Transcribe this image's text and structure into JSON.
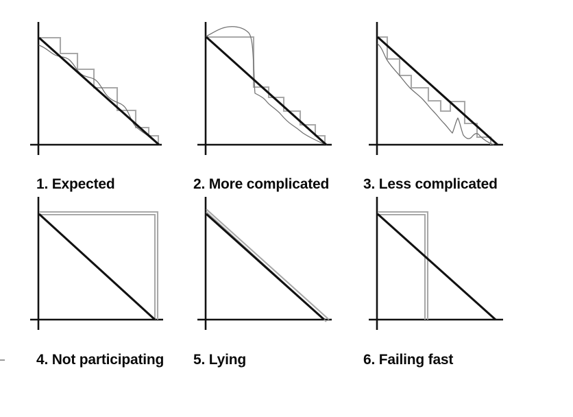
{
  "figure": {
    "title_visible": false,
    "background_color": "#ffffff",
    "layout": {
      "rows": 2,
      "columns": 3
    },
    "colors": {
      "ideal_line": "#111111",
      "axis": "#111111",
      "step_line": "#a8a8a8",
      "smooth_line": "#6f6f6f",
      "caption_text": "#0a0a0a"
    }
  },
  "chart_data": [
    {
      "type": "line",
      "title": "1. Expected",
      "xlabel": "",
      "ylabel": "",
      "xlim": [
        0,
        100
      ],
      "ylim": [
        0,
        100
      ],
      "grid": false,
      "legend": "none",
      "series": [
        {
          "name": "ideal",
          "style": "straight",
          "x": [
            0,
            100
          ],
          "values": [
            100,
            0
          ]
        },
        {
          "name": "remaining-work-steps",
          "style": "step",
          "x": [
            0,
            12,
            12,
            27,
            27,
            42,
            42,
            62,
            62,
            80,
            80,
            92,
            92,
            100
          ],
          "values": [
            100,
            100,
            85,
            85,
            70,
            70,
            52,
            52,
            30,
            30,
            14,
            14,
            5,
            5
          ]
        },
        {
          "name": "smooth-trend",
          "style": "wavy",
          "x": [
            0,
            10,
            20,
            30,
            40,
            50,
            60,
            70,
            80,
            90,
            100
          ],
          "values": [
            93,
            86,
            78,
            68,
            60,
            50,
            41,
            31,
            20,
            11,
            2
          ]
        }
      ]
    },
    {
      "type": "line",
      "title": "2. More complicated",
      "xlabel": "",
      "ylabel": "",
      "xlim": [
        0,
        100
      ],
      "ylim": [
        0,
        100
      ],
      "grid": false,
      "legend": "none",
      "series": [
        {
          "name": "ideal",
          "style": "straight",
          "x": [
            0,
            100
          ],
          "values": [
            100,
            0
          ]
        },
        {
          "name": "remaining-work-steps",
          "style": "step",
          "x": [
            0,
            34,
            34,
            45,
            45,
            56,
            56,
            68,
            68,
            80,
            80,
            90,
            90,
            100
          ],
          "values": [
            101,
            101,
            57,
            57,
            48,
            48,
            36,
            36,
            24,
            24,
            14,
            14,
            5,
            5
          ]
        },
        {
          "name": "smooth-trend",
          "style": "wavy",
          "x": [
            0,
            8,
            16,
            24,
            30,
            34,
            40,
            50,
            60,
            70,
            80,
            90,
            100
          ],
          "values": [
            100,
            106,
            108,
            107,
            100,
            62,
            52,
            43,
            34,
            25,
            16,
            8,
            1
          ]
        }
      ]
    },
    {
      "type": "line",
      "title": "3. Less complicated",
      "xlabel": "",
      "ylabel": "",
      "xlim": [
        0,
        100
      ],
      "ylim": [
        0,
        100
      ],
      "grid": false,
      "legend": "none",
      "series": [
        {
          "name": "ideal",
          "style": "straight",
          "x": [
            0,
            100
          ],
          "values": [
            100,
            0
          ]
        },
        {
          "name": "remaining-work-steps",
          "style": "step",
          "x": [
            0,
            8,
            8,
            18,
            18,
            30,
            30,
            44,
            44,
            56,
            56,
            66,
            66,
            78,
            78,
            88,
            88,
            100
          ],
          "values": [
            100,
            100,
            80,
            80,
            64,
            64,
            52,
            52,
            40,
            40,
            30,
            30,
            38,
            38,
            18,
            18,
            6,
            6
          ]
        },
        {
          "name": "smooth-trend",
          "style": "wavy",
          "x": [
            0,
            10,
            20,
            30,
            40,
            50,
            60,
            66,
            70,
            76,
            82,
            88,
            94,
            100
          ],
          "values": [
            92,
            72,
            60,
            50,
            41,
            33,
            22,
            12,
            22,
            11,
            5,
            12,
            4,
            1
          ]
        }
      ]
    },
    {
      "type": "line",
      "title": "4. Not participating",
      "xlabel": "",
      "ylabel": "",
      "xlim": [
        0,
        100
      ],
      "ylim": [
        0,
        100
      ],
      "grid": false,
      "legend": "none",
      "series": [
        {
          "name": "ideal",
          "style": "straight",
          "x": [
            0,
            100
          ],
          "values": [
            100,
            0
          ]
        },
        {
          "name": "remaining-work-steps",
          "style": "step",
          "x": [
            0,
            100,
            100
          ],
          "values": [
            100,
            100,
            0
          ]
        }
      ]
    },
    {
      "type": "line",
      "title": "5. Lying",
      "xlabel": "",
      "ylabel": "",
      "xlim": [
        0,
        100
      ],
      "ylim": [
        0,
        100
      ],
      "grid": false,
      "legend": "none",
      "series": [
        {
          "name": "ideal",
          "style": "straight",
          "x": [
            0,
            100
          ],
          "values": [
            100,
            0
          ]
        },
        {
          "name": "remaining-work-steps",
          "style": "straight",
          "x": [
            0,
            100
          ],
          "values": [
            104,
            3
          ]
        }
      ]
    },
    {
      "type": "line",
      "title": "6. Failing fast",
      "xlabel": "",
      "ylabel": "",
      "xlim": [
        0,
        100
      ],
      "ylim": [
        0,
        100
      ],
      "grid": false,
      "legend": "none",
      "series": [
        {
          "name": "ideal",
          "style": "straight",
          "x": [
            0,
            100
          ],
          "values": [
            100,
            0
          ]
        },
        {
          "name": "remaining-work-steps",
          "style": "step",
          "x": [
            0,
            40,
            40
          ],
          "values": [
            100,
            100,
            0
          ]
        }
      ]
    }
  ],
  "captions": [
    "1. Expected",
    "2. More complicated",
    "3. Less complicated",
    "4. Not participating",
    "5. Lying",
    "6. Failing fast"
  ]
}
